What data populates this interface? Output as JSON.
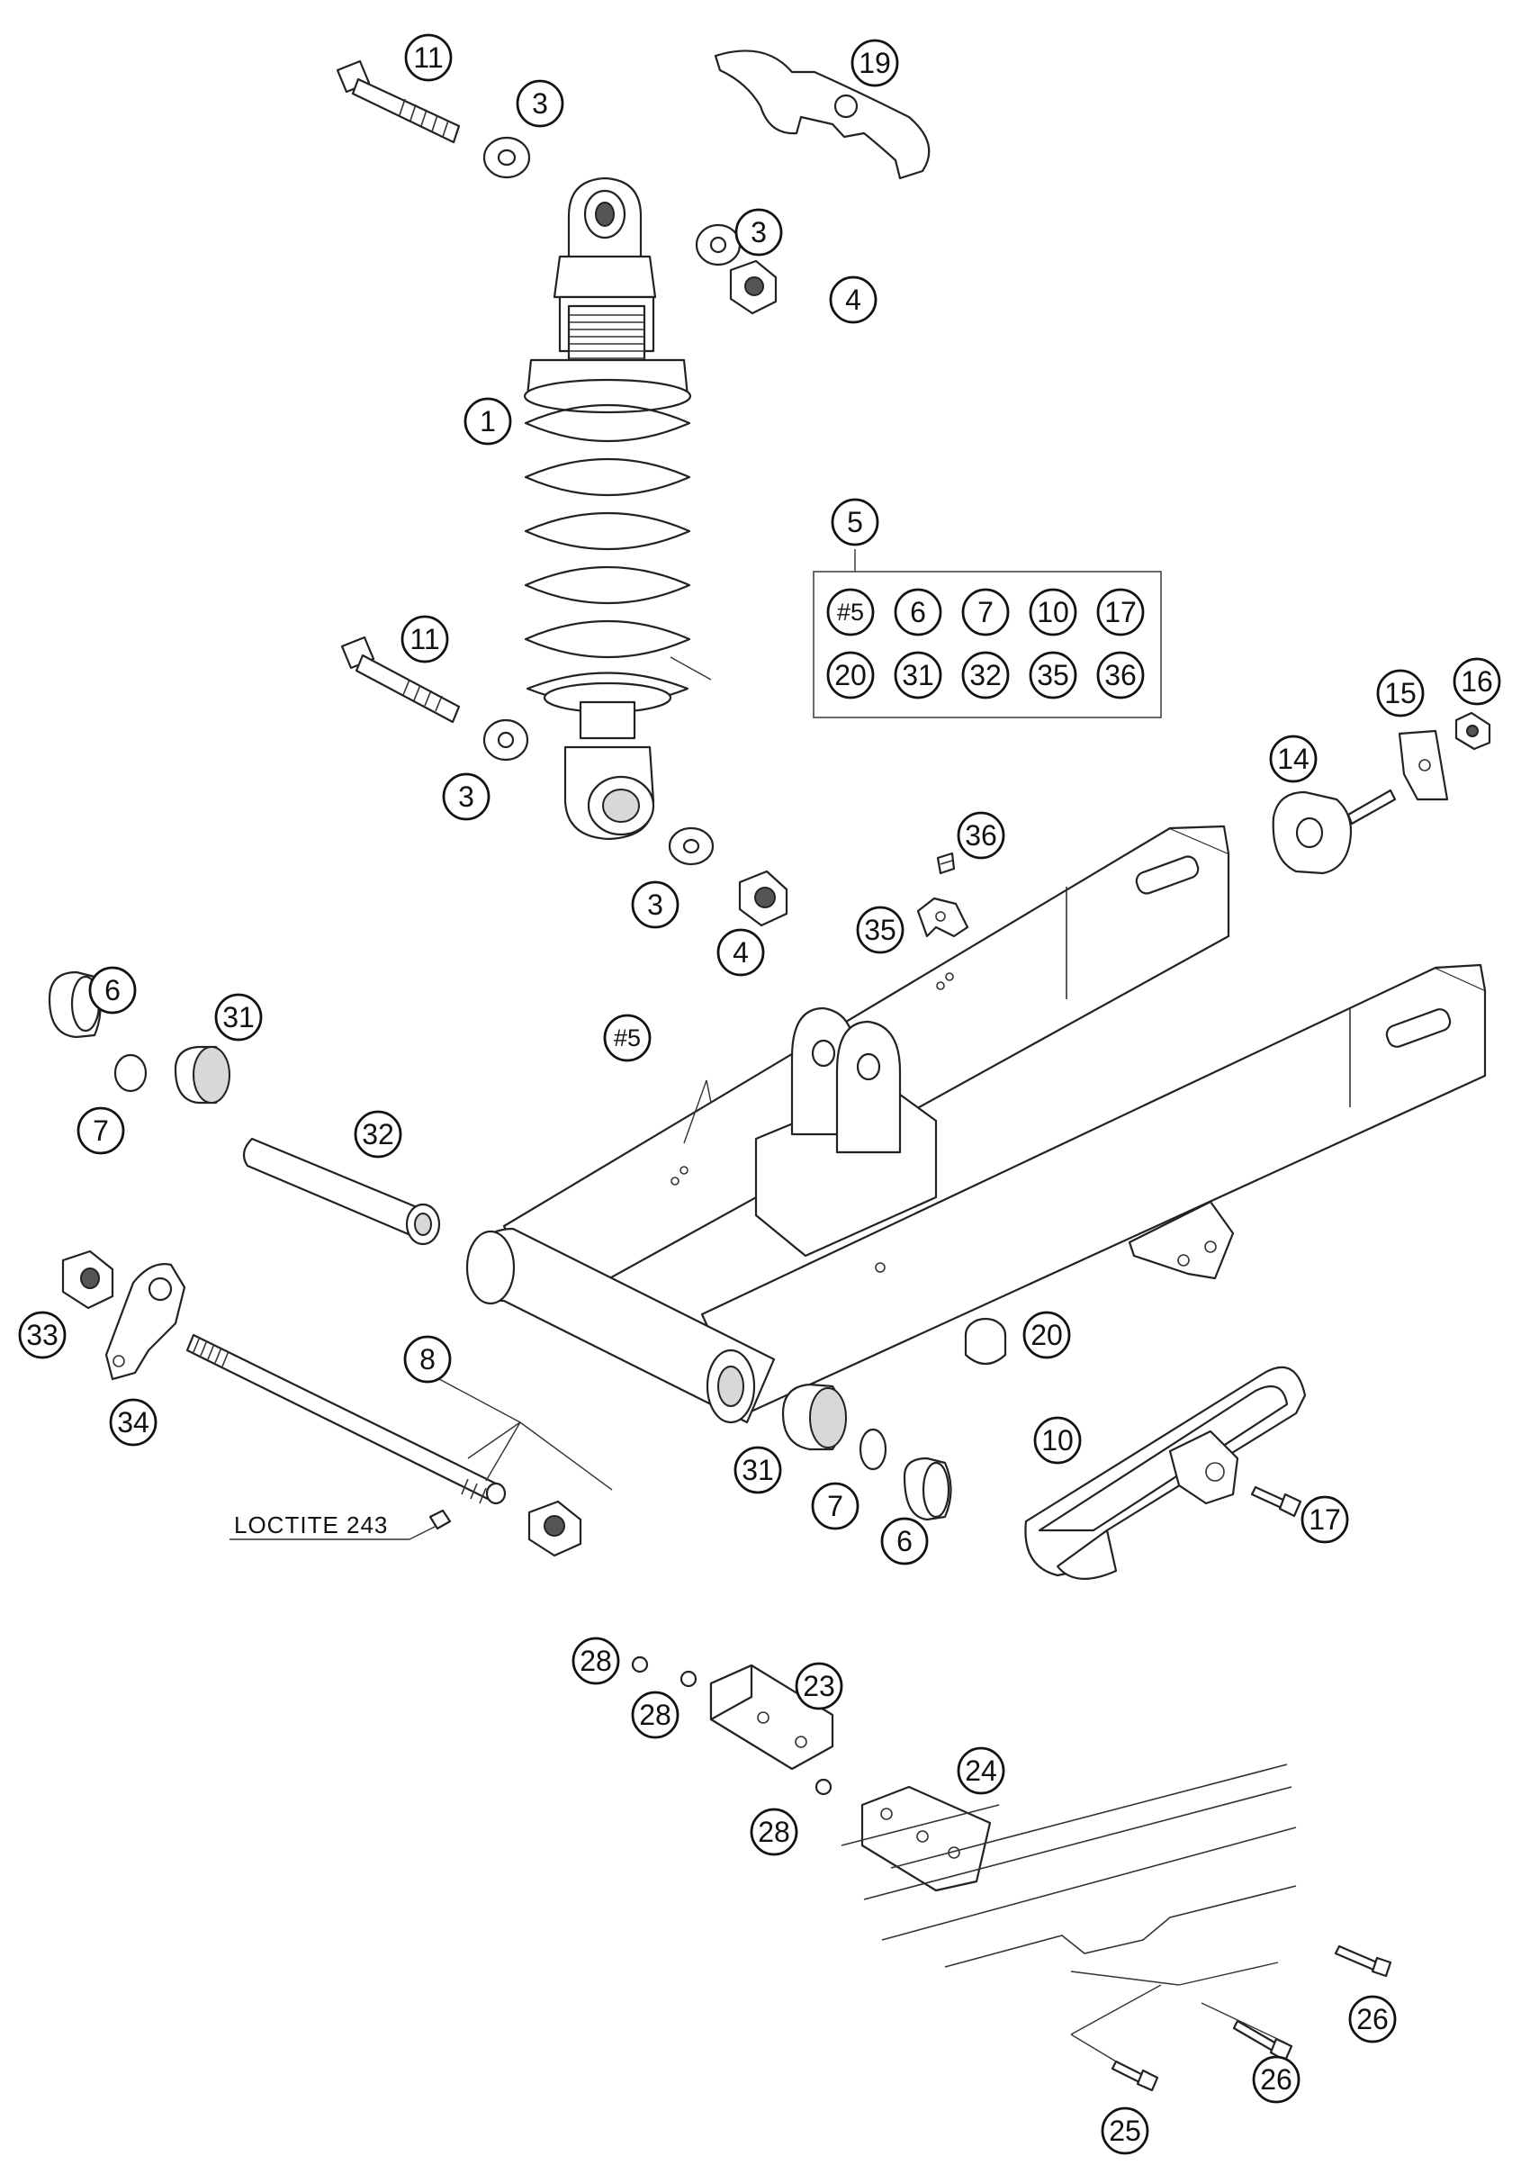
{
  "diagram": {
    "callouts": {
      "c11a": "11",
      "c3a": "3",
      "c19": "19",
      "c3b": "3",
      "c4a": "4",
      "c1": "1",
      "c5": "5",
      "c11b": "11",
      "c3c": "3",
      "c3d": "3",
      "c4b": "4",
      "c36": "36",
      "c35": "35",
      "c14": "14",
      "c15": "15",
      "c16": "16",
      "c6a": "6",
      "c7a": "7",
      "c31a": "31",
      "c32": "32",
      "c5ref": "#5",
      "c33": "33",
      "c34": "34",
      "c8": "8",
      "c20": "20",
      "c31b": "31",
      "c7b": "7",
      "c6b": "6",
      "c10": "10",
      "c17": "17",
      "c28a": "28",
      "c28b": "28",
      "c23": "23",
      "c24": "24",
      "c28c": "28",
      "c26a": "26",
      "c26b": "26",
      "c25": "25"
    },
    "kit_contents": [
      "#5",
      "6",
      "7",
      "10",
      "17",
      "20",
      "31",
      "32",
      "35",
      "36"
    ],
    "loctite_note": "LOCTITE 243"
  }
}
